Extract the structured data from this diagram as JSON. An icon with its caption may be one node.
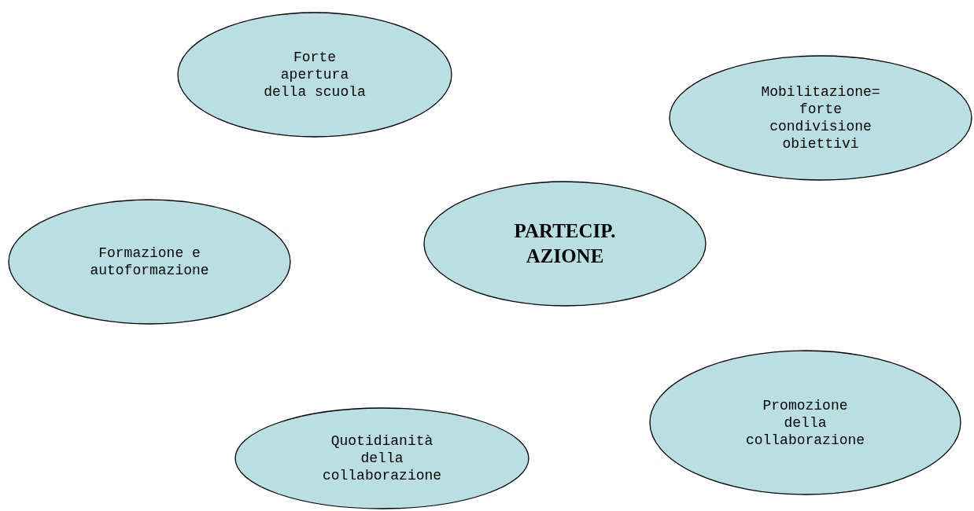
{
  "diagram": {
    "nodes": [
      {
        "text": [
          "Forte apertura della scuola"
        ]
      },
      {
        "text": [
          "Mobilitazione= forte condivisione obiettivi"
        ]
      },
      {
        "text": [
          "PARTECIP. AZIONE"
        ]
      },
      {
        "text": [
          "Formazione e autoformazione"
        ]
      },
      {
        "text": [
          "Promozione della collaborazione"
        ]
      },
      {
        "text": [
          "Quotidianità della collaborazione"
        ]
      }
    ]
  }
}
